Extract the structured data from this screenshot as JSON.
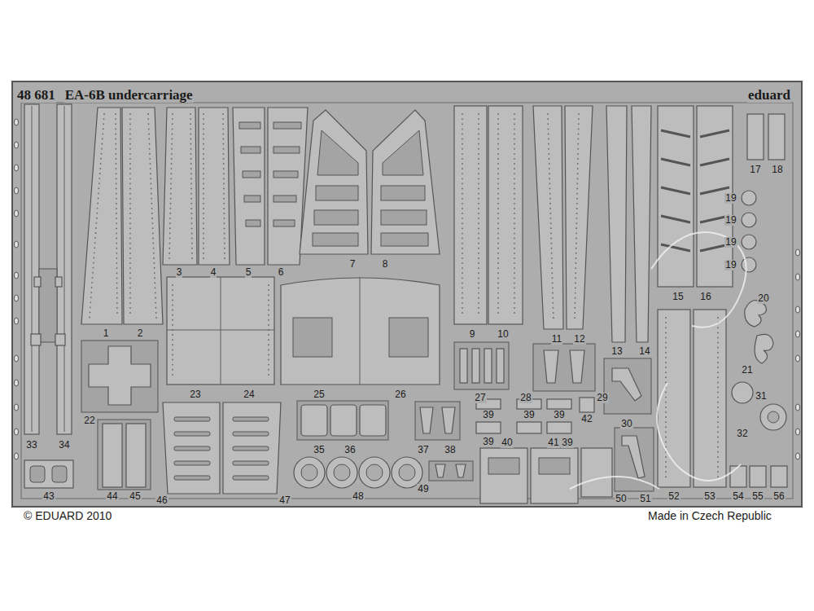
{
  "diagram": {
    "title": "EA-6B undercarriage",
    "labels": [
      "48 681",
      "eduard",
      "1",
      "2",
      "3",
      "4",
      "5",
      "6",
      "7",
      "8",
      "9",
      "10",
      "11",
      "12",
      "13",
      "14",
      "15",
      "16",
      "17",
      "18",
      "19",
      "19",
      "19",
      "19",
      "20",
      "21",
      "22",
      "23",
      "24",
      "25",
      "26",
      "27",
      "28",
      "29",
      "30",
      "31",
      "32",
      "33",
      "34",
      "35",
      "36",
      "37",
      "38",
      "39",
      "39",
      "39",
      "39",
      "40",
      "41",
      "39",
      "42",
      "43",
      "44",
      "45",
      "46",
      "47",
      "48",
      "49",
      "50",
      "51",
      "52",
      "53",
      "54",
      "55",
      "56",
      "© EDUARD 2010",
      "Made in Czech Republic"
    ]
  }
}
